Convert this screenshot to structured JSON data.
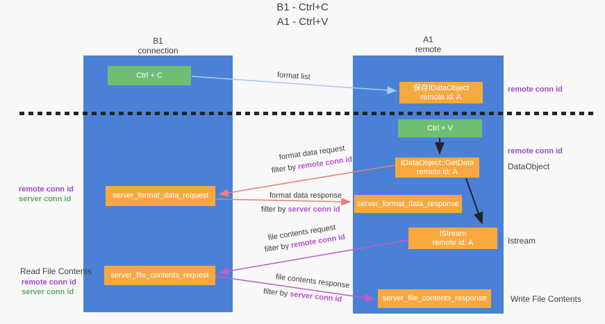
{
  "title": {
    "line1": "B1 - Ctrl+C",
    "line2": "A1 - Ctrl+V"
  },
  "lanes": {
    "b1": {
      "name": "B1",
      "role": "connection"
    },
    "a1": {
      "name": "A1",
      "role": "remote"
    }
  },
  "nodes": {
    "ctrl_c": {
      "label": "Ctrl + C"
    },
    "save_idataobject": {
      "line1": "保存IDataObject",
      "line2": "remote id: A"
    },
    "ctrl_v": {
      "label": "Ctrl + V"
    },
    "idataobject_getdata": {
      "line1": "IDataObject::GetData",
      "line2": "remote id: A"
    },
    "istream": {
      "line1": "IStream",
      "line2": "remote id: A"
    },
    "server_format_data_request": {
      "label": "server_format_data_request"
    },
    "server_format_data_response": {
      "label": "server_format_data_response"
    },
    "server_file_contents_request": {
      "label": "server_file_contents_request"
    },
    "server_file_contents_response": {
      "label": "server_file_contents_response"
    }
  },
  "arrow_labels": {
    "format_list": "format list",
    "format_data_request": "format data request",
    "format_data_response": "format data response",
    "file_contents_request": "file contents request",
    "file_contents_response": "file contents response",
    "filter_by": "filter by",
    "remote_conn_id": "remote conn id",
    "server_conn_id": "server conn id"
  },
  "annotations": {
    "right_remote_conn_id_top": "remote conn id",
    "right_remote_conn_id_mid": "remote conn id",
    "dataobject": "DataObject",
    "istream": "Istream",
    "write_file_contents": "Write File Contents",
    "left_remote_conn_id_mid": "remote conn id",
    "left_server_conn_id_mid": "server conn id",
    "read_file_contents": "Read File Contents",
    "left_remote_conn_id_bottom": "remote conn id",
    "left_server_conn_id_bottom": "server conn id"
  },
  "colors": {
    "lane_fill": "#4a81d6",
    "node_green": "#6fbe72",
    "node_orange": "#f9a840",
    "arrow_blue": "#a6cbee",
    "arrow_red": "#e88078",
    "arrow_magenta": "#c65cc8",
    "arrow_black": "#242424",
    "text_purple": "#a049c8",
    "text_green": "#5bad5e",
    "text_magenta": "#bb4fd2",
    "text_dark": "#3d3d3d",
    "background": "#f8f8f8"
  }
}
